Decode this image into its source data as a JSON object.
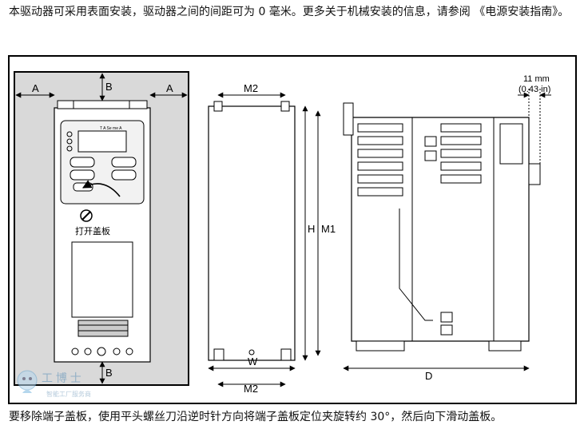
{
  "intro_text": "本驱动器可采用表面安装，驱动器之间的间距可为 0 毫米。更多关于机械安装的信息，请参阅 《电源安装指南》。",
  "figure": {
    "dim_A": "A",
    "dim_B": "B",
    "dim_M2": "M2",
    "dim_H": "H",
    "dim_M1": "M1",
    "dim_W": "W",
    "dim_D": "D",
    "clearance_mm": "11 mm",
    "clearance_in": "(0.43 in)",
    "open_cover_label": "打开盖板",
    "keypad_brand": "T A  Se  me A"
  },
  "caption_text": "要移除端子盖板，使用平头螺丝刀沿逆时针方向将端子盖板定位夹旋转约 30°，然后向下滑动盖板。",
  "watermark": {
    "line1": "工 博 士",
    "line2": "智能工厂服务商"
  }
}
